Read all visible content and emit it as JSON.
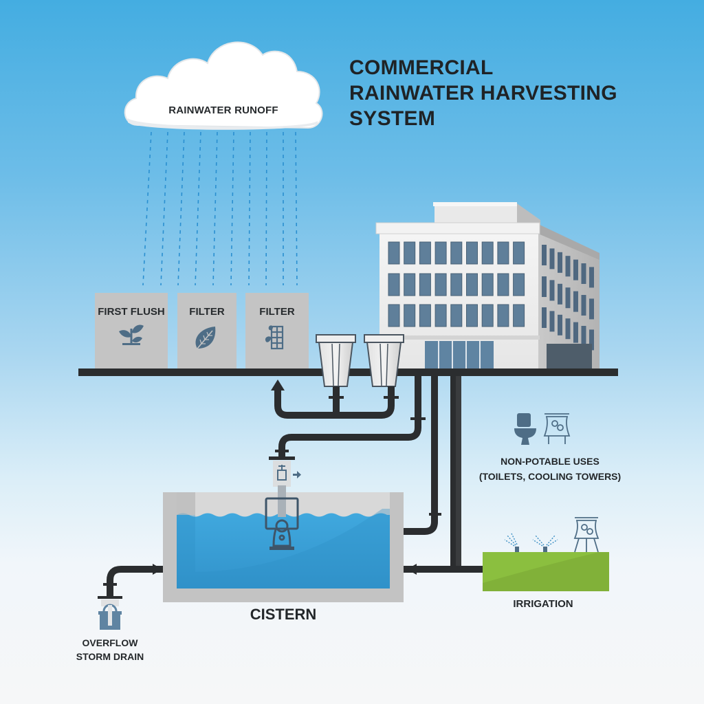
{
  "title": {
    "lines": [
      "COMMERCIAL",
      "RAINWATER HARVESTING",
      "SYSTEM"
    ]
  },
  "cloud": {
    "label": "RAINWATER RUNOFF"
  },
  "treatment_boxes": [
    {
      "label": "FIRST FLUSH",
      "icon": "sprout-icon"
    },
    {
      "label": "FILTER",
      "icon": "leaf-icon"
    },
    {
      "label": "FILTER",
      "icon": "leaf-grid-filter-icon"
    }
  ],
  "cistern": {
    "label": "CISTERN"
  },
  "overflow": {
    "line1": "OVERFLOW",
    "line2": "STORM DRAIN"
  },
  "non_potable": {
    "line1": "NON-POTABLE USES",
    "line2": "(TOILETS, COOLING TOWERS)"
  },
  "irrigation": {
    "label": "IRRIGATION"
  },
  "colors": {
    "sky_top": "#44ade1",
    "pipe": "#2b2d2f",
    "water": "#3ba3d9",
    "grass": "#8bc34a",
    "icon": "#4e6d86",
    "box": "#c4c4c4"
  }
}
